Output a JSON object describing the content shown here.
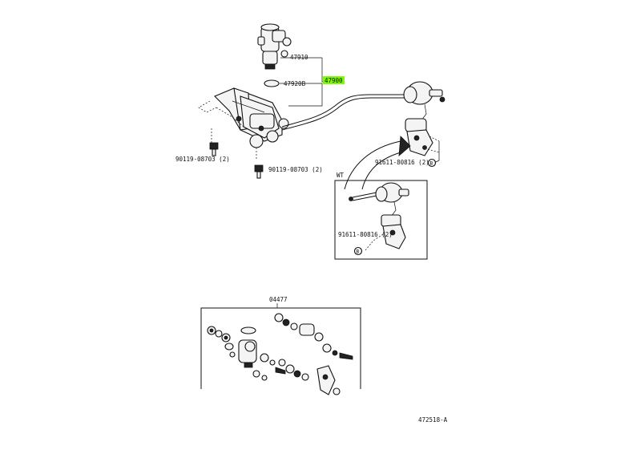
{
  "labels": {
    "p47910": "47910",
    "p47920b": "47920B",
    "p47900": "47900",
    "bolt_left": "90119-08703 (2)",
    "bolt_bottom": "90119-08703 (2)",
    "bolt_right": "91611-80816 (2)",
    "inset_tag": "WT",
    "inset_bolt": "91611-80816 (2)",
    "kit": "04477",
    "fig_number": "472518-A",
    "circle_b": "B",
    "circle_b2": "B"
  },
  "colors": {
    "highlight": "#7CFC00"
  }
}
